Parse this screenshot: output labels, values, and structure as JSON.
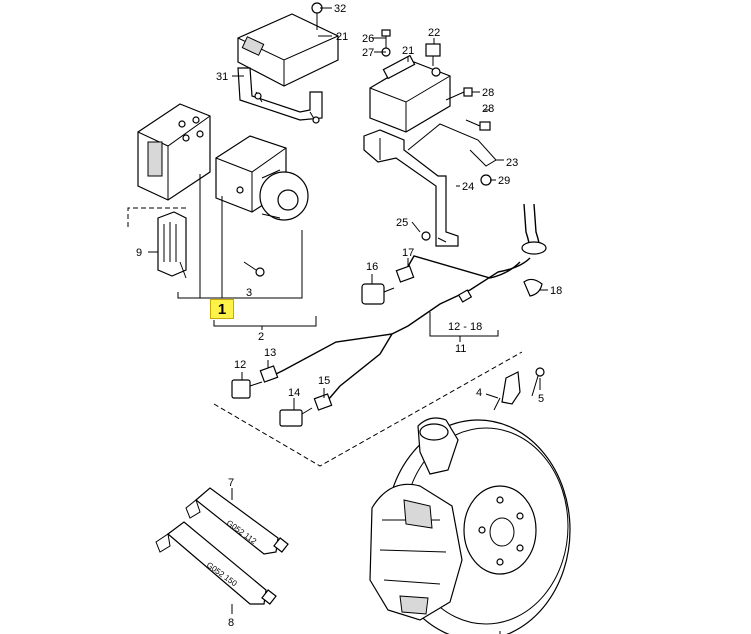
{
  "callouts": {
    "c1": "1",
    "c2": "2",
    "c3": "3",
    "c4": "4",
    "c5": "5",
    "c7": "7",
    "c8": "8",
    "c9": "9",
    "c11": "11",
    "c12": "12",
    "c12_18": "12 - 18",
    "c13": "13",
    "c14": "14",
    "c15": "15",
    "c16": "16",
    "c17": "17",
    "c18": "18",
    "c21a": "21",
    "c21b": "21",
    "c22": "22",
    "c23": "23",
    "c24": "24",
    "c25": "25",
    "c26": "26",
    "c27": "27",
    "c28a": "28",
    "c28b": "28",
    "c29": "29",
    "c31": "31",
    "c32": "32"
  },
  "tubes": {
    "upper": "G052 112",
    "lower": "G052 150"
  },
  "highlight": {
    "label": "1",
    "color": "#fff34a"
  }
}
